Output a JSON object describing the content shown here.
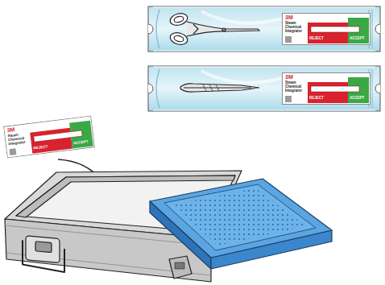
{
  "diagram": {
    "labels": [
      "3M",
      "Steam Chemical Integrator",
      "REJECT",
      "ACCEPT",
      "3M",
      "Steam Chemical Integrator",
      "REJECT",
      "ACCEPT",
      "3M",
      "Steam Chemical Integrator",
      "REJECT",
      "ACCEPT"
    ]
  }
}
